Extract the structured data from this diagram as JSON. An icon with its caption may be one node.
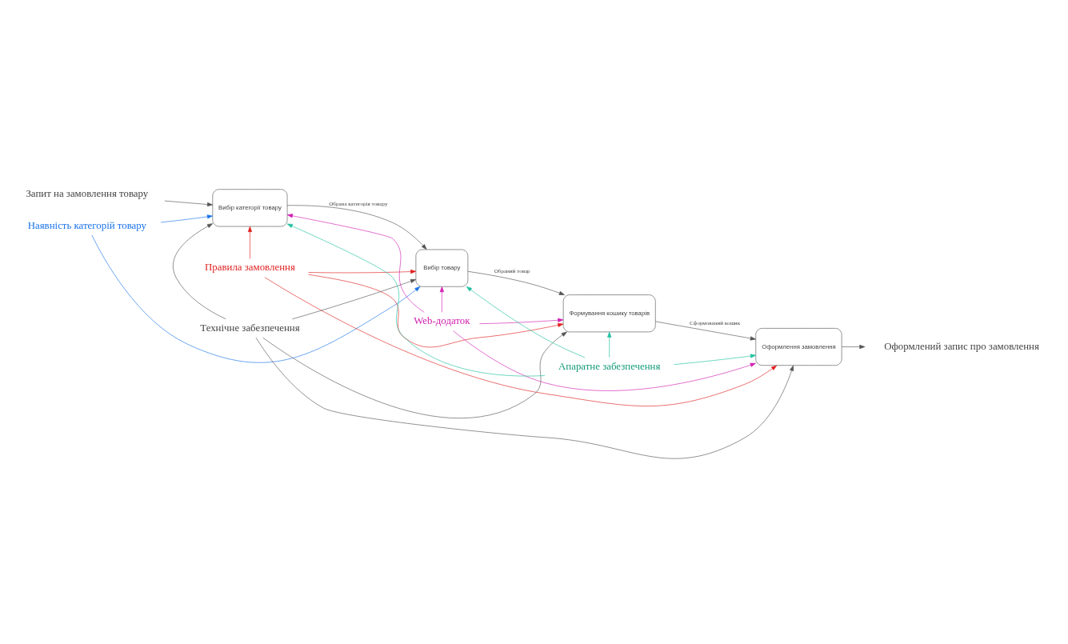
{
  "diagram": {
    "nodes": [
      {
        "text": [
          "Запит на замовлення товару"
        ]
      },
      {
        "text": [
          "Наявність категорій товару"
        ]
      },
      {
        "text": [
          "Правила замовлення"
        ]
      },
      {
        "text": [
          "Вибір категорії товару"
        ]
      },
      {
        "text": [
          "Вибір товару"
        ]
      },
      {
        "text": [
          "Формування кошику товарів"
        ]
      },
      {
        "text": [
          "Оформлення замовлення"
        ]
      },
      {
        "text": [
          "Оформлений запис про замовлення"
        ]
      },
      {
        "text": [
          "Технічне забезпечення"
        ]
      },
      {
        "text": [
          "Web-додаток"
        ]
      },
      {
        "text": [
          "Апаратне забезпечення"
        ]
      }
    ],
    "edges": [
      {
        "from": 0,
        "to": 3,
        "arrow": "to"
      },
      {
        "from": 3,
        "to": 4,
        "arrow": "to",
        "label": "Обрана категорія товару"
      },
      {
        "from": 4,
        "to": 5,
        "arrow": "to",
        "label": "Обраний товар"
      },
      {
        "from": 5,
        "to": 6,
        "arrow": "to",
        "label": "Сформований кошик"
      },
      {
        "from": 6,
        "to": 7,
        "arrow": "to"
      },
      {
        "from": 1,
        "to": 3,
        "arrow": "to",
        "color": "#1a73e8"
      },
      {
        "from": 1,
        "to": 4,
        "arrow": "to",
        "color": "#1a73e8"
      },
      {
        "from": 2,
        "to": 3,
        "arrow": "to",
        "color": "#e02020"
      },
      {
        "from": 2,
        "to": 4,
        "arrow": "to",
        "color": "#e02020"
      },
      {
        "from": 2,
        "to": 5,
        "arrow": "to",
        "color": "#e02020"
      },
      {
        "from": 2,
        "to": 6,
        "arrow": "to",
        "color": "#e02020"
      },
      {
        "from": 8,
        "to": 3,
        "arrow": "to"
      },
      {
        "from": 8,
        "to": 4,
        "arrow": "to"
      },
      {
        "from": 8,
        "to": 5,
        "arrow": "to"
      },
      {
        "from": 8,
        "to": 6,
        "arrow": "to"
      },
      {
        "from": 9,
        "to": 3,
        "arrow": "to",
        "color": "#d020b0"
      },
      {
        "from": 9,
        "to": 4,
        "arrow": "to",
        "color": "#d020b0"
      },
      {
        "from": 9,
        "to": 5,
        "arrow": "to",
        "color": "#d020b0"
      },
      {
        "from": 9,
        "to": 6,
        "arrow": "to",
        "color": "#d020b0"
      },
      {
        "from": 10,
        "to": 3,
        "arrow": "to",
        "color": "#20c0a0"
      },
      {
        "from": 10,
        "to": 4,
        "arrow": "to",
        "color": "#20c0a0"
      },
      {
        "from": 10,
        "to": 5,
        "arrow": "to",
        "color": "#20c0a0"
      },
      {
        "from": 10,
        "to": 6,
        "arrow": "to",
        "color": "#20c0a0"
      }
    ]
  }
}
